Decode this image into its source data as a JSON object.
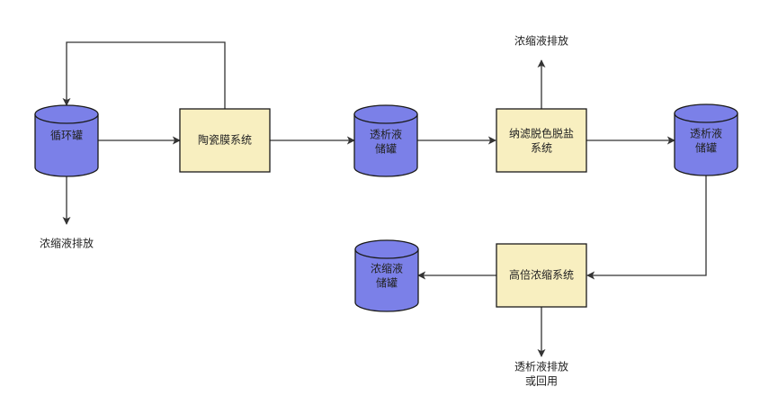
{
  "colors": {
    "tank_fill": "#7b80e8",
    "tank_stroke": "#1a1a1a",
    "box_fill": "#f8efc0",
    "box_stroke": "#1a1a1a",
    "edge": "#333333",
    "text": "#222222"
  },
  "nodes": {
    "circulation_tank": {
      "label": "循环罐"
    },
    "ceramic_membrane": {
      "label": "陶瓷膜系统"
    },
    "dialysate_tank_1": {
      "line1": "透析液",
      "line2": "储罐"
    },
    "nf_desalt": {
      "line1": "纳滤脱色脱盐",
      "line2": "系统"
    },
    "dialysate_tank_2": {
      "line1": "透析液",
      "line2": "储罐"
    },
    "high_conc": {
      "label": "高倍浓缩系统"
    },
    "concentrate_tank": {
      "line1": "浓缩液",
      "line2": "储罐"
    }
  },
  "outputs": {
    "top_discharge": "浓缩液排放",
    "left_discharge": "浓缩液排放",
    "bottom_discharge_line1": "透析液排放",
    "bottom_discharge_line2": "或回用"
  }
}
